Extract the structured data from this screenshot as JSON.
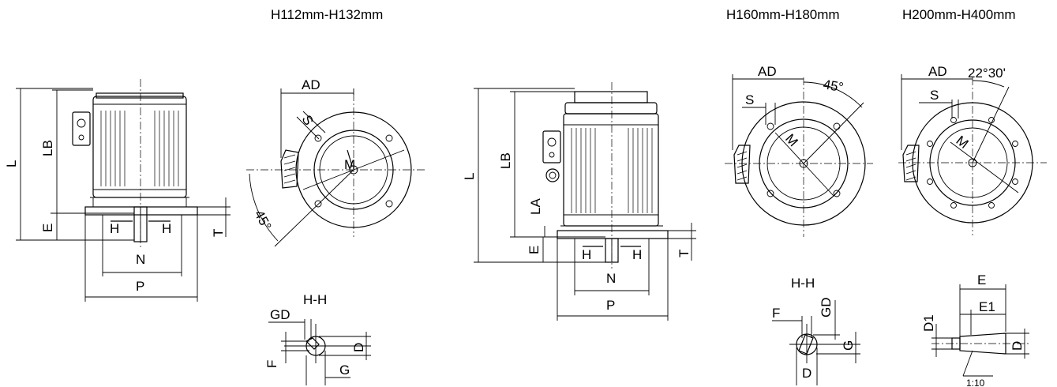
{
  "headers": {
    "h112_132": "H112mm-H132mm",
    "h160_180": "H160mm-H180mm",
    "h200_400": "H200mm-H400mm"
  },
  "labels": {
    "L": "L",
    "LB": "LB",
    "LA": "LA",
    "E": "E",
    "T": "T",
    "H": "H",
    "N": "N",
    "P": "P",
    "AD": "AD",
    "S": "S",
    "M": "M",
    "angle45": "45°",
    "angle2230": "22°30'",
    "section_hh": "H-H",
    "GD": "GD",
    "F": "F",
    "D": "D",
    "G": "G",
    "D1": "D1",
    "E1": "E1",
    "taper": "1:10"
  }
}
